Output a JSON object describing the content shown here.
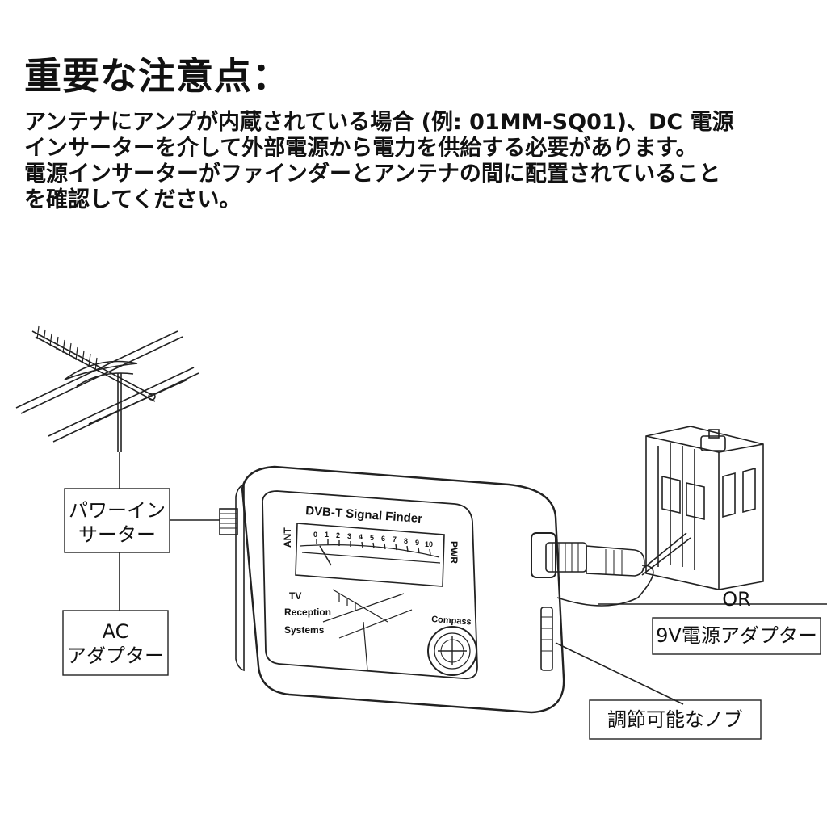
{
  "heading": "重要な注意点：",
  "body_lines": [
    "アンテナにアンプが内蔵されている場合 (例: 01MM-SQ01)、DC 電源",
    "インサーターを介して外部電源から電力を供給する必要があります。",
    "電源インサーターがファインダーとアンテナの間に配置されていること",
    "を確認してください。"
  ],
  "labels": {
    "power_inserter_line1": "パワーイン",
    "power_inserter_line2": "サーター",
    "ac_line1": "AC",
    "ac_line2": "アダプター",
    "or": "OR",
    "dc_adapter": "9V電源アダプター",
    "knob": "調節可能なノブ"
  },
  "device": {
    "title": "DVB-T Signal Finder",
    "ant": "ANT",
    "pwr": "PWR",
    "scale": [
      "0",
      "1",
      "2",
      "3",
      "4",
      "5",
      "6",
      "7",
      "8",
      "9",
      "10"
    ],
    "logo_line1": "TV",
    "logo_line2": "Reception",
    "logo_line3": "Systems",
    "compass": "Compass"
  }
}
